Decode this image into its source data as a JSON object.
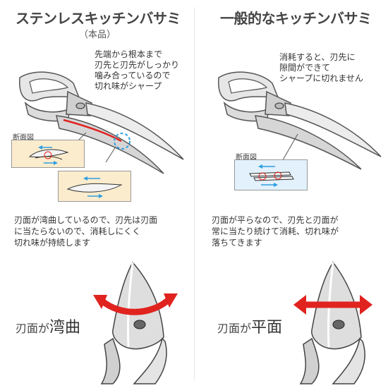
{
  "left": {
    "title": "ステンレスキッチンバサミ",
    "subtitle": "（本品）",
    "note": "先端から根本まで\n刃先と刃先がしっかり\n噛み合っているので\n切れ味がシャープ",
    "section_label": "断面図",
    "description": "刃面が湾曲しているので、刃先は刃面\nに当たらないので、消耗しにくく\n切れ味が持続します",
    "label_prefix": "刃面が",
    "label_emphasis": "湾曲"
  },
  "right": {
    "title": "一般的なキッチンバサミ",
    "note": "消耗すると、刃先に\n隙間ができて\nシャープに切れません",
    "section_label": "断面図",
    "description": "刃面が平らなので、刃先と刃面が\n常に当たり続けて消耗、切れ味が\n落ちてきます",
    "label_prefix": "刃面が",
    "label_emphasis": "平面"
  },
  "colors": {
    "arrow_red": "#e0231f",
    "cross_section_left_bg": "#fbeccd",
    "cross_section_right_bg": "#e2f1fb",
    "flow_arrow_blue": "#2e9ee0",
    "blade_gray": "#d9d9d9"
  }
}
